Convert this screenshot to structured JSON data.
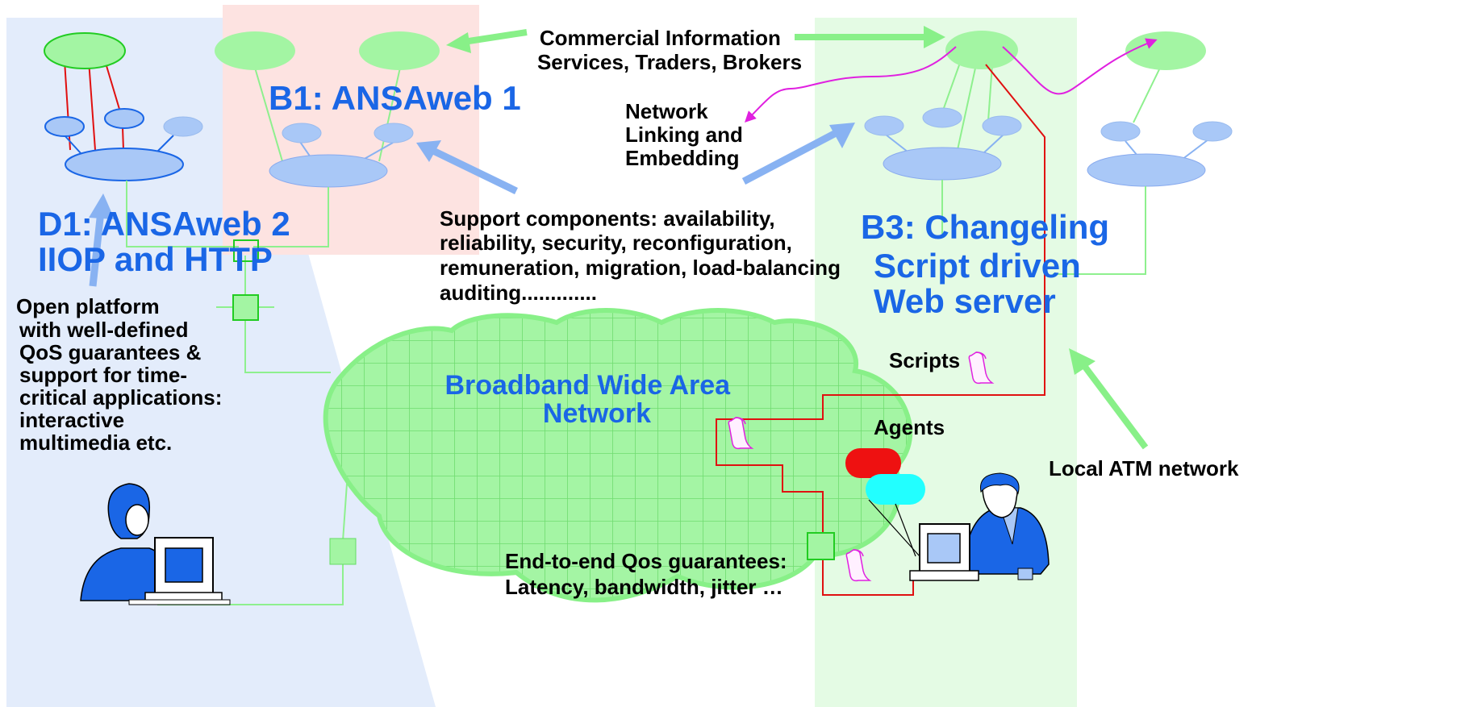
{
  "colors": {
    "region_d1": "#e3ecfb",
    "region_b1": "#fde3e1",
    "region_b3": "#e4fbe4",
    "node_green": "#a3f5a3",
    "node_blue": "#a9c8f7",
    "node_stroke_blue": "#1a66e6",
    "wire_green": "#8ef08e",
    "wire_red": "#e01010",
    "wire_magenta": "#e020e0",
    "arrow_green": "#88f088",
    "arrow_blue": "#88b2f2",
    "cloud_fill": "#a4f5a4",
    "cloud_grid": "#6fdc6f",
    "agent_red": "#ee1111",
    "agent_cyan": "#22ffff",
    "label_blue": "#1a66e6"
  },
  "labels": {
    "commercial": [
      "Commercial Information",
      "Services, Traders, Brokers"
    ],
    "b1": "B1: ANSAweb 1",
    "network_linking": [
      "Network",
      "Linking and",
      "Embedding"
    ],
    "d1": [
      "D1: ANSAweb 2",
      "IIOP and HTTP"
    ],
    "support": [
      "Support components: availability,",
      "reliability, security, reconfiguration,",
      "remuneration, migration, load-balancing",
      "auditing............."
    ],
    "b3": [
      "B3: Changeling",
      "Script driven",
      "Web server"
    ],
    "open_platform": [
      "Open platform",
      "with well-defined",
      "QoS guarantees &",
      "support for time-",
      "critical applications:",
      "interactive",
      "multimedia etc."
    ],
    "scripts": "Scripts",
    "broadband": [
      "Broadband Wide Area",
      "Network"
    ],
    "agents": "Agents",
    "local_atm": "Local ATM network",
    "end_to_end": [
      "End-to-end Qos guarantees:",
      "Latency, bandwidth, jitter …"
    ]
  }
}
